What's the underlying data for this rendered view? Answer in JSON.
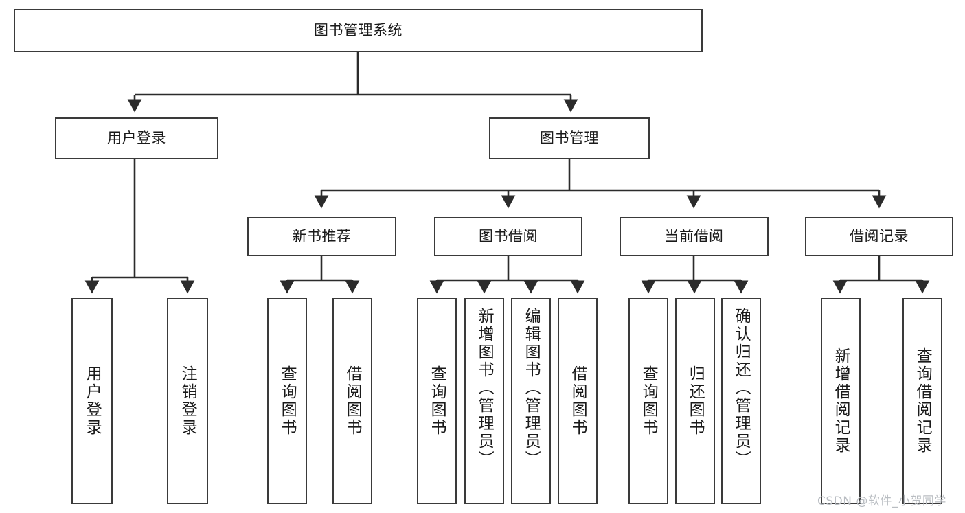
{
  "diagram": {
    "title": "图书管理系统",
    "type": "hierarchy-tree",
    "root": {
      "label": "图书管理系统"
    },
    "level1": [
      {
        "label": "用户登录"
      },
      {
        "label": "图书管理"
      }
    ],
    "level2": [
      {
        "label": "新书推荐"
      },
      {
        "label": "图书借阅"
      },
      {
        "label": "当前借阅"
      },
      {
        "label": "借阅记录"
      }
    ],
    "leaves": {
      "user_login": [
        {
          "label": "用户登录"
        },
        {
          "label": "注销登录"
        }
      ],
      "new_book_recommend": [
        {
          "label": "查询图书"
        },
        {
          "label": "借阅图书"
        }
      ],
      "book_borrow": [
        {
          "label": "查询图书"
        },
        {
          "label": "新增图书（管理员）"
        },
        {
          "label": "编辑图书（管理员）"
        },
        {
          "label": "借阅图书"
        }
      ],
      "current_borrow": [
        {
          "label": "查询图书"
        },
        {
          "label": "归还图书"
        },
        {
          "label": "确认归还（管理员）"
        }
      ],
      "borrow_record": [
        {
          "label": "新增借阅记录"
        },
        {
          "label": "查询借阅记录"
        }
      ]
    }
  },
  "watermark": {
    "text": "CSDN @软件_小贺同学"
  },
  "colors": {
    "stroke": "#3a3a3a",
    "fill": "#ffffff",
    "text": "#1a1a1a",
    "watermark": "#b9bdc2"
  }
}
